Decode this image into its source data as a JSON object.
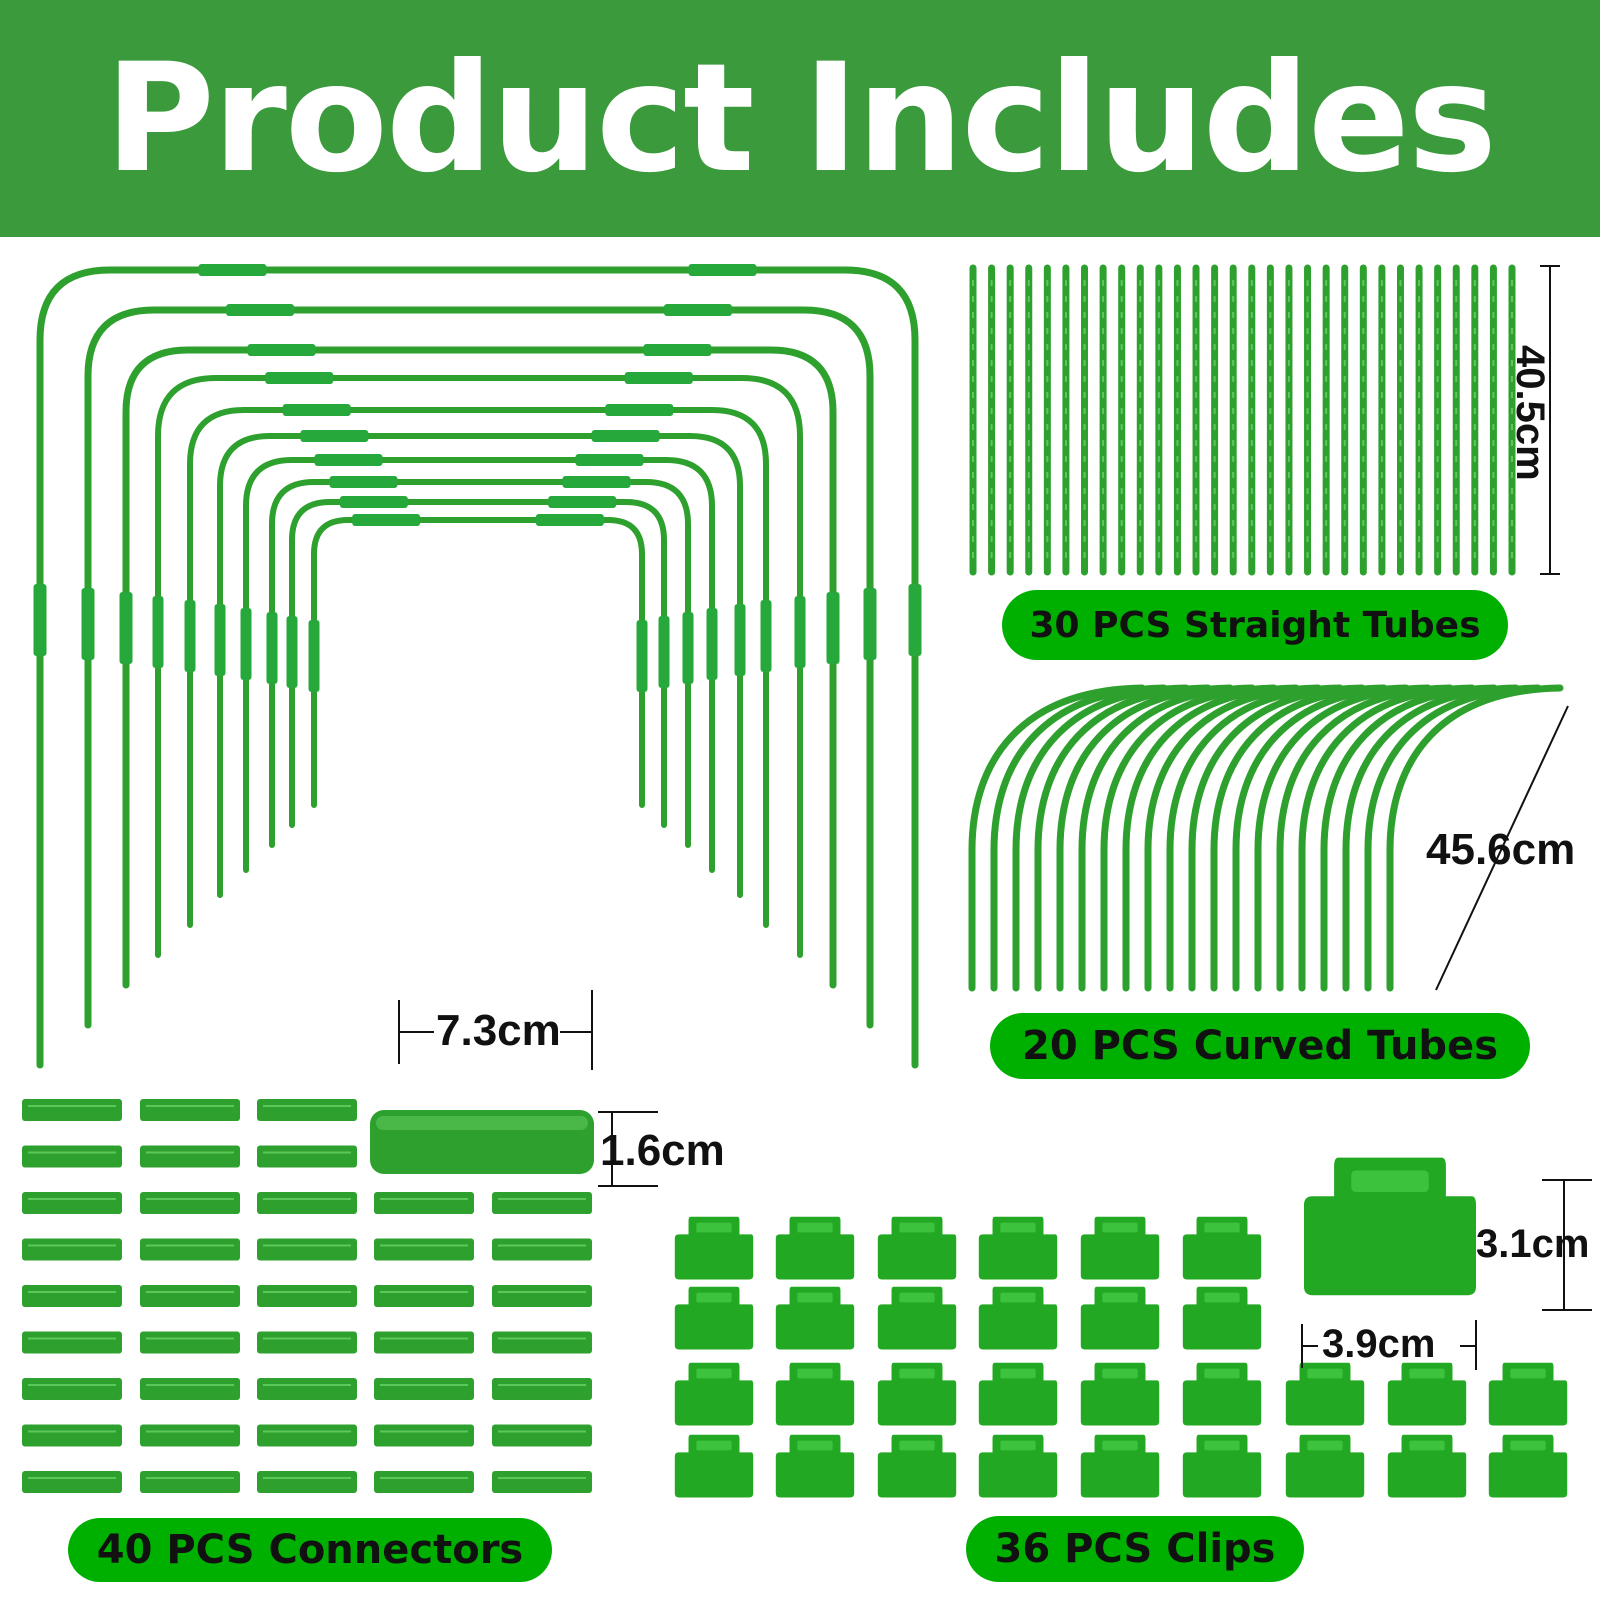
{
  "header": {
    "title": "Product Includes"
  },
  "colors": {
    "header_green": "#3a9a3c",
    "pill_green": "#00b000",
    "tube_green": "#2ea02e",
    "tube_light": "#5cc85c",
    "clip_green": "#22a822"
  },
  "sections": {
    "straight_tubes": {
      "label": "30 PCS Straight Tubes",
      "count": 30,
      "dimension": "40.5cm"
    },
    "curved_tubes": {
      "label": "20 PCS Curved Tubes",
      "count": 20,
      "dimension": "45.6cm"
    },
    "hoops": {
      "dimension": "7.3cm"
    },
    "connectors": {
      "label": "40 PCS Connectors",
      "count": 40,
      "dimension": "1.6cm"
    },
    "clips": {
      "label": "36 PCS Clips",
      "count": 36,
      "height_dimension": "3.1cm",
      "width_dimension": "3.9cm"
    }
  }
}
